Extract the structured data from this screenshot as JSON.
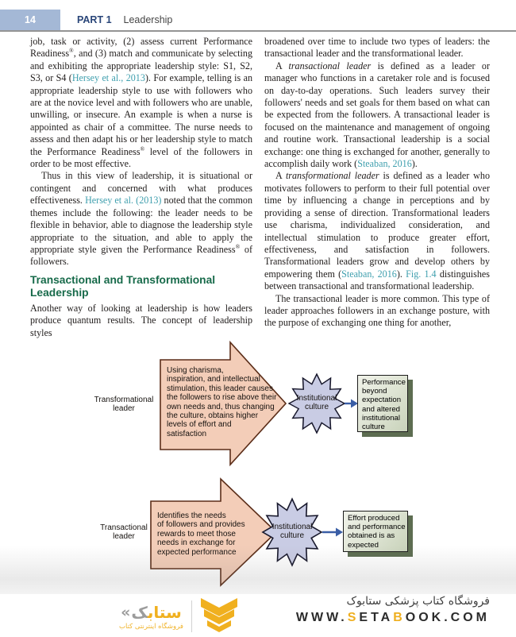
{
  "header": {
    "page_number": "14",
    "part_label": "PART 1",
    "part_title": "Leadership"
  },
  "colors": {
    "header_band": "#a4b8d6",
    "part_label_navy": "#2a4679",
    "heading_green": "#176a4a",
    "citation_teal": "#3f9fae",
    "arrow_fill": "#f3cdb8",
    "arrow_stroke": "#5b2d18",
    "star_fill": "#c9cce4",
    "result_box_fill": "#dde3d2",
    "result_box_shadow": "#5d6d51",
    "connector_blue": "#3a5ea6",
    "brand_gold": "#efaf20",
    "brand_gray": "#9c9c9c"
  },
  "columns": {
    "left": [
      {
        "type": "p",
        "indent": false,
        "segments": [
          {
            "t": "job, task or activity, (2) assess current Performance Readiness"
          },
          {
            "t": "®",
            "s": "sup"
          },
          {
            "t": ", and (3) match and communicate by selecting and exhibiting the appropriate leadership style: S1, S2, S3, or S4 ("
          },
          {
            "t": "Hersey et al., 2013",
            "s": "link"
          },
          {
            "t": "). For example, telling is an appropriate leadership style to use with followers who are at the novice level and with followers who are unable, unwilling, or insecure. An example is when a nurse is appointed as chair of a committee. The nurse needs to assess and then adapt his or her leadership style to match the Performance Readiness"
          },
          {
            "t": "®",
            "s": "sup"
          },
          {
            "t": " level of the followers in order to be most effective."
          }
        ]
      },
      {
        "type": "p",
        "indent": true,
        "segments": [
          {
            "t": "Thus in this view of leadership, it is situational or contingent and concerned with what produces effectiveness. "
          },
          {
            "t": "Hersey et al. (2013)",
            "s": "link"
          },
          {
            "t": " noted that the common themes include the following: the leader needs to be flexible in behavior, able to diagnose the leadership style appropriate to the situation, and able to apply the appropriate style given the Performance Readiness"
          },
          {
            "t": "®",
            "s": "sup"
          },
          {
            "t": " of followers."
          }
        ]
      },
      {
        "type": "heading",
        "text": "Transactional and Transformational Leadership"
      },
      {
        "type": "p",
        "indent": false,
        "segments": [
          {
            "t": "Another way of looking at leadership is how leaders produce quantum results. The concept of leadership styles"
          }
        ]
      }
    ],
    "right": [
      {
        "type": "p",
        "indent": false,
        "segments": [
          {
            "t": "broadened over time to include two types of leaders: the transactional leader and the transformational leader."
          }
        ]
      },
      {
        "type": "p",
        "indent": true,
        "segments": [
          {
            "t": "A "
          },
          {
            "t": "transactional leader",
            "s": "italic"
          },
          {
            "t": " is defined as a leader or manager who functions in a caretaker role and is focused on day-to-day operations. Such leaders survey their followers' needs and set goals for them based on what can be expected from the followers. A transactional leader is focused on the maintenance and management of ongoing and routine work. Transactional leadership is a social exchange: one thing is exchanged for another, generally to accomplish daily work ("
          },
          {
            "t": "Steaban, 2016",
            "s": "link"
          },
          {
            "t": ")."
          }
        ]
      },
      {
        "type": "p",
        "indent": true,
        "segments": [
          {
            "t": "A "
          },
          {
            "t": "transformational leader",
            "s": "italic"
          },
          {
            "t": " is defined as a leader who motivates followers to perform to their full potential over time by influencing a change in perceptions and by providing a sense of direction. Transformational leaders use charisma, individualized consideration, and intellectual stimulation to produce greater effort, effectiveness, and satisfaction in followers. Transformational leaders grow and develop others by empowering them ("
          },
          {
            "t": "Steaban, 2016",
            "s": "link"
          },
          {
            "t": "). "
          },
          {
            "t": "Fig. 1.4",
            "s": "link"
          },
          {
            "t": " distinguishes between transactional and transformational leadership."
          }
        ]
      },
      {
        "type": "p",
        "indent": true,
        "segments": [
          {
            "t": "The transactional leader is more common. This type of leader approaches followers in an exchange posture, with the purpose of exchanging one thing for another,"
          }
        ]
      }
    ]
  },
  "figure": {
    "rows": [
      {
        "label": "Transformational\nleader",
        "arrow_text": "Using charisma,\ninspiration, and intellectual\nstimulation, this leader causes\nthe followers to rise above their\nown needs and, thus changing\nthe culture, obtains higher\nlevels of effort and\nsatisfaction",
        "star_text": "Institutional\nculture",
        "result_text": "Performance\nbeyond\nexpectation\nand altered\ninstitutional\nculture"
      },
      {
        "label": "Transactional\nleader",
        "arrow_text": "Identifies the needs\nof followers and provides\nrewards to meet those\nneeds in exchange for\nexpected performance",
        "star_text": "Institutional\nculture",
        "result_text": "Effort produced\nand performance\nobtained is as\nexpected"
      }
    ]
  },
  "footer": {
    "store_name_fa": "فروشگاه کتاب پزشکی ستابوک",
    "url_segments": [
      {
        "t": "WWW.",
        "c": "dark"
      },
      {
        "t": "S",
        "c": "gold"
      },
      {
        "t": "ETA",
        "c": "dark"
      },
      {
        "t": "B",
        "c": "gold"
      },
      {
        "t": "OOK.COM",
        "c": "dark"
      }
    ],
    "logo_guillemet": "«",
    "logo_wordmark_gold": "ستاب",
    "logo_wordmark_gray": "ک",
    "logo_tagline": "فروشگاه اینترنتی کتاب"
  }
}
